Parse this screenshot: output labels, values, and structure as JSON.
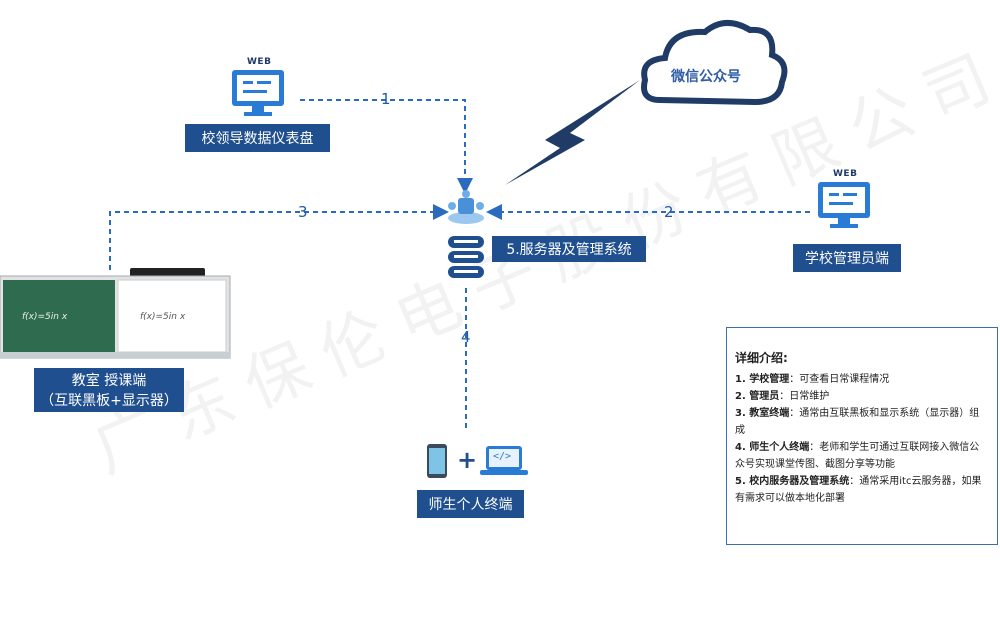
{
  "watermark": "广东保伦电子股份有限公司",
  "web_tag": "WEB",
  "cloud_label": "微信公众号",
  "server_label": "5.服务器及管理系统",
  "leader_label": "校领导数据仪表盘",
  "admin_label": "学校管理员端",
  "classroom_label_line1": "教室  授课端",
  "classroom_label_line2": "（互联黑板+显示器）",
  "personal_label": "师生个人终端",
  "plus_sign": "+",
  "code_icon_text": "</>",
  "board_formula": "f(x)=5in x",
  "numbers": {
    "n1": "1",
    "n2": "2",
    "n3": "3",
    "n4": "4"
  },
  "info": {
    "title": "详细介绍:",
    "items": [
      {
        "key": "1. 学校管理",
        "text": "：可查看日常课程情况"
      },
      {
        "key": "2. 管理员",
        "text": "：日常维护"
      },
      {
        "key": "3. 教室终端",
        "text": "：通常由互联黑板和显示系统（显示器）组成"
      },
      {
        "key": "4. 师生个人终端",
        "text": "：老师和学生可通过互联网接入微信公众号实现课堂传图、截图分享等功能"
      },
      {
        "key": "5. 校内服务器及管理系统",
        "text": "：通常采用itc云服务器，如果有需求可以做本地化部署"
      }
    ]
  },
  "colors": {
    "accent": "#1f4f8e",
    "line": "#2a6bbf",
    "cloud": "#1f3b66",
    "board": "#2f6b4f"
  }
}
